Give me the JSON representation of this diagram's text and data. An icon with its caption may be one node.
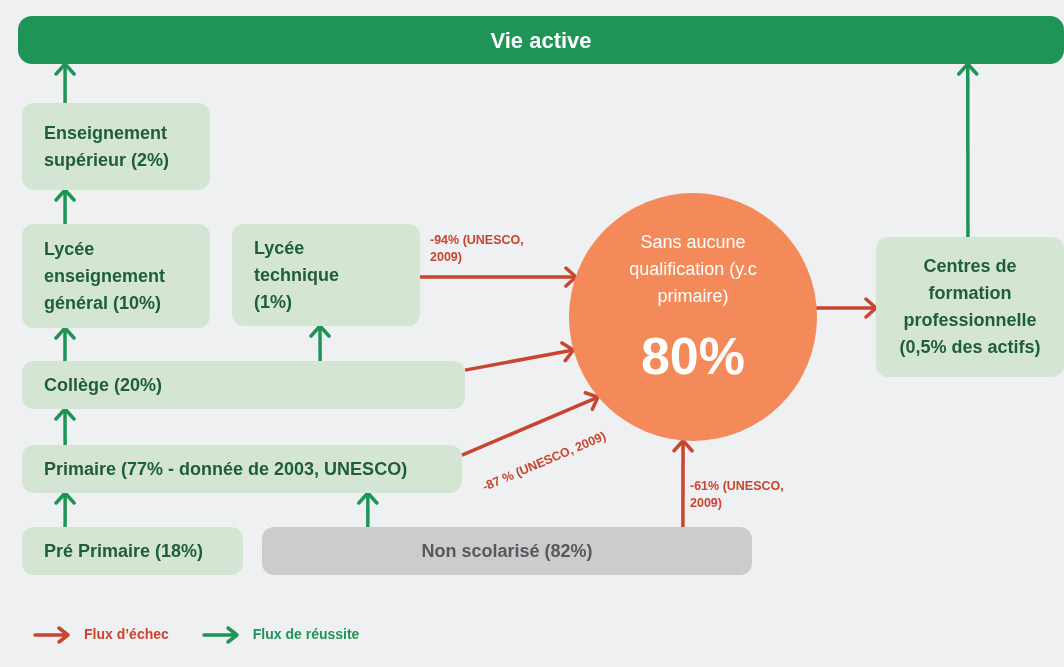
{
  "diagram": {
    "nodes": [
      {
        "text": [
          "Vie active"
        ]
      },
      {
        "text": [
          "Enseignement supérieur (2%)"
        ]
      },
      {
        "text": [
          "Lycée enseignement général (10%)"
        ]
      },
      {
        "text": [
          "Lycée technique (1%)"
        ]
      },
      {
        "text": [
          "Sans aucune qualification (y.c primaire)",
          "80%"
        ]
      },
      {
        "text": [
          "Centres de formation professionnelle (0,5% des actifs)"
        ]
      },
      {
        "text": [
          "Collège (20%)"
        ]
      },
      {
        "text": [
          "Primaire (77% - donnée de 2003, UNESCO)"
        ]
      },
      {
        "text": [
          "Pré Primaire (18%)"
        ]
      },
      {
        "text": [
          "Non scolarisé (82%)"
        ]
      }
    ],
    "edges": [
      {
        "from": 1,
        "to": 0,
        "arrow": "to"
      },
      {
        "from": 2,
        "to": 1,
        "arrow": "to"
      },
      {
        "from": 6,
        "to": 2,
        "arrow": "to"
      },
      {
        "from": 6,
        "to": 3,
        "arrow": "to"
      },
      {
        "from": 7,
        "to": 6,
        "arrow": "to"
      },
      {
        "from": 8,
        "to": 7,
        "arrow": "to"
      },
      {
        "from": 9,
        "to": 7,
        "arrow": "to"
      },
      {
        "from": 5,
        "to": 0,
        "arrow": "to"
      },
      {
        "from": 3,
        "to": 4,
        "arrow": "to",
        "label": "-94% (UNESCO, 2009)",
        "color": "#c8462f"
      },
      {
        "from": 6,
        "to": 4,
        "arrow": "to",
        "color": "#c8462f"
      },
      {
        "from": 7,
        "to": 4,
        "arrow": "to",
        "label": "-87 % (UNESCO, 2009)",
        "color": "#c8462f"
      },
      {
        "from": 9,
        "to": 4,
        "arrow": "to",
        "label": "-61% (UNESCO, 2009)",
        "color": "#c8462f"
      },
      {
        "from": 4,
        "to": 5,
        "arrow": "to",
        "color": "#c8462f"
      }
    ],
    "legend": [
      {
        "text": "Flux d’échec"
      },
      {
        "text": "Flux de réussite"
      }
    ]
  }
}
